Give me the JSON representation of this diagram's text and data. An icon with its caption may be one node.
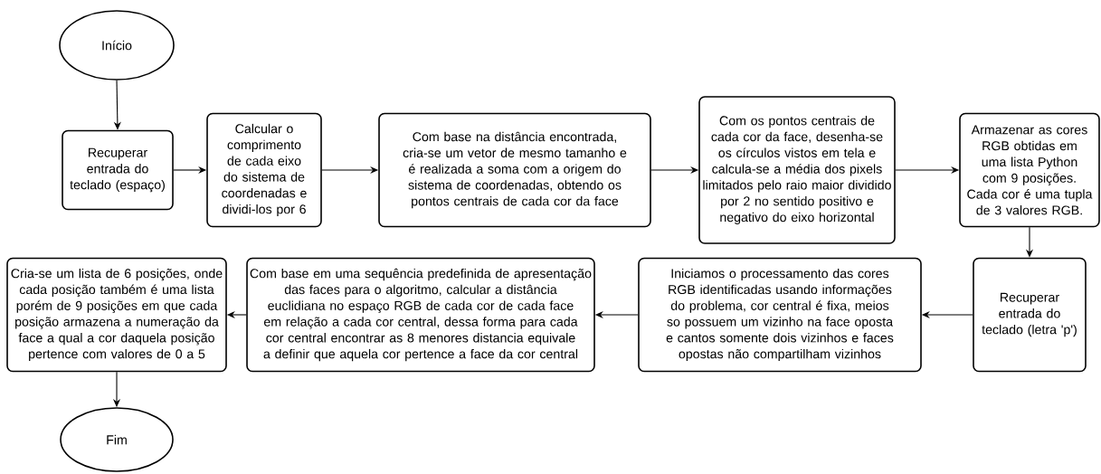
{
  "diagram": {
    "nodes": [
      {
        "text": [
          "Início"
        ]
      },
      {
        "text": [
          "Recuperar entrada do teclado (espaço)"
        ]
      },
      {
        "text": [
          "Calcular o comprimento de cada eixo do sistema de coordenadas e dividi-los por 6"
        ]
      },
      {
        "text": [
          "Com base na distância encontrada, cria-se um vetor de mesmo tamanho e é realizada a soma com a origem do sistema de coordenadas, obtendo os pontos centrais de cada cor da face"
        ]
      },
      {
        "text": [
          "Com os pontos centrais de cada cor da face, desenha-se os círculos vistos em tela e calcula-se a média dos pixels limitados pelo raio maior dividido por 2 no sentido positivo e negativo do eixo horizontal"
        ]
      },
      {
        "text": [
          "Armazenar as cores RGB obtidas em uma lista Python com 9 posições. Cada cor é uma tupla de 3 valores RGB."
        ]
      },
      {
        "text": [
          "Recuperar entrada do teclado (letra 'p')"
        ]
      },
      {
        "text": [
          "Iniciamos o processamento das cores RGB identificadas usando informações do problema, cor central é fixa, meios so possuem um vizinho na face oposta e cantos somente dois vizinhos e faces opostas não compartilham vizinhos"
        ]
      },
      {
        "text": [
          "Com base em uma sequência predefinida de apresentação das faces para o algoritmo, calcular a distância euclidiana no espaço RGB de cada cor de cada face em relação a cada cor central, dessa forma para cada cor central encontrar as 8 menores distancia equivale a definir que aquela cor pertence a face da cor central"
        ]
      },
      {
        "text": [
          "Cria-se um lista de 6 posições, onde cada posição também é uma lista porém de 9 posições em que cada posição armazena a numeração da face a qual a cor daquela posição pertence  com valores de 0 a 5"
        ]
      },
      {
        "text": [
          "Fim"
        ]
      }
    ],
    "edges": [
      {
        "from": 0,
        "to": 1,
        "arrow": "to"
      },
      {
        "from": 1,
        "to": 2,
        "arrow": "to"
      },
      {
        "from": 2,
        "to": 3,
        "arrow": "to"
      },
      {
        "from": 3,
        "to": 4,
        "arrow": "to"
      },
      {
        "from": 4,
        "to": 5,
        "arrow": "to"
      },
      {
        "from": 5,
        "to": 6,
        "arrow": "to"
      },
      {
        "from": 6,
        "to": 7,
        "arrow": "to"
      },
      {
        "from": 7,
        "to": 8,
        "arrow": "to"
      },
      {
        "from": 8,
        "to": 9,
        "arrow": "to"
      },
      {
        "from": 9,
        "to": 10,
        "arrow": "to"
      }
    ]
  }
}
